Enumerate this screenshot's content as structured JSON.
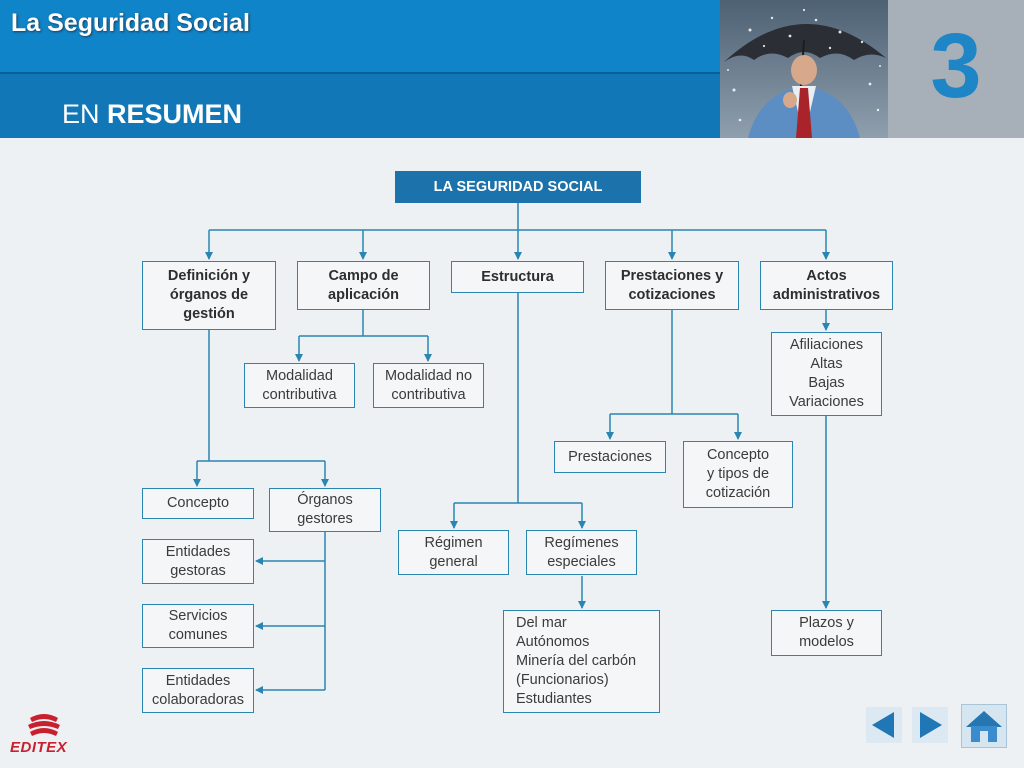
{
  "header": {
    "app_title": "La Seguridad Social",
    "page_title_prefix": "EN",
    "page_title_main": "RESUMEN",
    "chapter_number": "3",
    "photo_icon": "man-with-umbrella-photo"
  },
  "diagram": {
    "root": "LA SEGURIDAD SOCIAL",
    "categories": {
      "definicion": "Definición y\nórganos de\ngestión",
      "campo": "Campo de\naplicación",
      "estructura": "Estructura",
      "prestaciones": "Prestaciones y\ncotizaciones",
      "actos": "Actos\nadministrativos"
    },
    "nodes": {
      "modalidad_contributiva": "Modalidad\ncontributiva",
      "modalidad_no_contributiva": "Modalidad no\ncontributiva",
      "concepto": "Concepto",
      "organos_gestores": "Órganos\ngestores",
      "entidades_gestoras": "Entidades\ngestoras",
      "servicios_comunes": "Servicios\ncomunes",
      "entidades_colaboradoras": "Entidades\ncolaboradoras",
      "regimen_general": "Régimen\ngeneral",
      "regimenes_especiales": "Regímenes\nespeciales",
      "regimenes_lista": "Del mar\nAutónomos\nMinería del carbón\n(Funcionarios)\nEstudiantes",
      "prestaciones": "Prestaciones",
      "concepto_cotizacion": "Concepto\ny tipos de\ncotización",
      "afiliaciones": "Afiliaciones\nAltas\nBajas\nVariaciones",
      "plazos_modelos": "Plazos y\nmodelos"
    }
  },
  "footer": {
    "logo_text": "EDITEX",
    "prev_icon": "arrow-left-icon",
    "next_icon": "arrow-right-icon",
    "home_icon": "home-icon"
  },
  "colors": {
    "header_blue": "#0f84c8",
    "header_blue_dark": "#1177b6",
    "root_fill": "#1c72ab",
    "connector": "#2a86b1",
    "logo_red": "#c8202f"
  }
}
